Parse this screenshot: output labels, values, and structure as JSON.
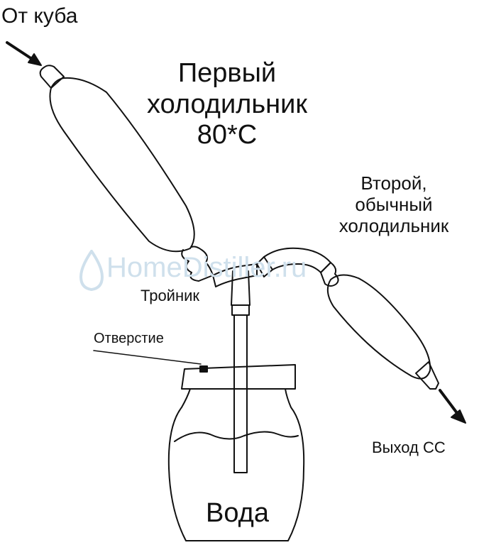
{
  "labels": {
    "from_still": "От куба",
    "first_condenser": [
      "Первый",
      "холодильник",
      "80*С"
    ],
    "second_condenser": [
      "Второй,",
      "обычный",
      "холодильник"
    ],
    "tee": "Тройник",
    "hole": "Отверстие",
    "output": "Выход СС",
    "water": "Вода"
  },
  "watermark": {
    "text": "HomeDistiller.ru",
    "color": "#cfe0ec"
  },
  "colors": {
    "stroke": "#111111",
    "background": "#ffffff"
  }
}
